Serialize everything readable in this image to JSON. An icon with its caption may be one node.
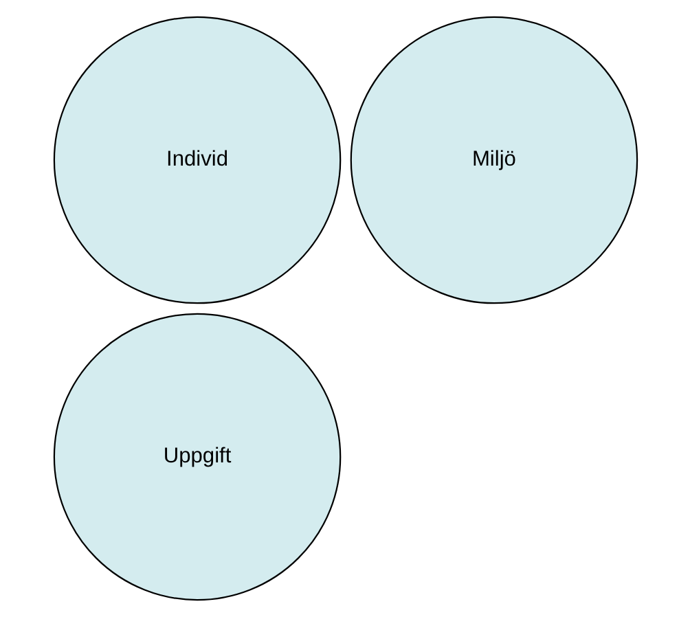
{
  "diagram": {
    "nodes": [
      {
        "text": [
          "Individ"
        ]
      },
      {
        "text": [
          "Uppgift"
        ]
      },
      {
        "text": [
          "Miljö"
        ]
      }
    ]
  }
}
